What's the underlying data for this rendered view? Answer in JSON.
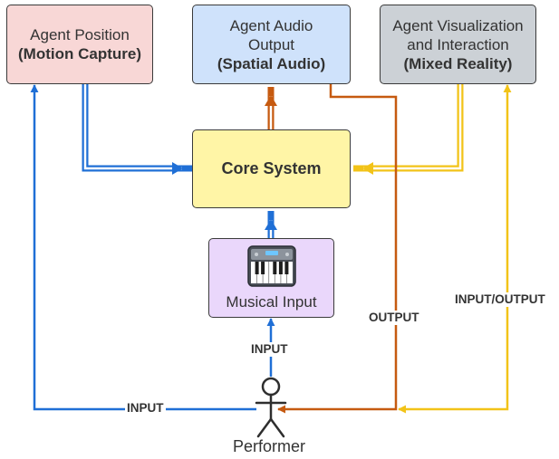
{
  "nodes": {
    "motion_capture": {
      "line1": "Agent Position",
      "line2": "(Motion Capture)"
    },
    "audio": {
      "line1": "Agent Audio",
      "line2": "Output",
      "line3": "(Spatial Audio)"
    },
    "mixed_reality": {
      "line1": "Agent Visualization",
      "line2": "and Interaction",
      "line3": "(Mixed Reality)"
    },
    "core": {
      "label": "Core System"
    },
    "musical": {
      "label": "Musical Input",
      "icon": "piano-keyboard-icon"
    },
    "performer": {
      "label": "Performer",
      "icon": "stick-figure-icon"
    }
  },
  "edges": {
    "input_center": "INPUT",
    "input_left": "INPUT",
    "output": "OUTPUT",
    "input_output": "INPUT/OUTPUT"
  },
  "colors": {
    "blue": "#1f6fd6",
    "orange": "#c65a10",
    "yellow": "#f2c318",
    "mocap_fill": "#f8d7d6",
    "audio_fill": "#cfe2fb",
    "mr_fill": "#ccd1d6",
    "core_fill": "#fff5a6",
    "musical_fill": "#ead7fb"
  }
}
